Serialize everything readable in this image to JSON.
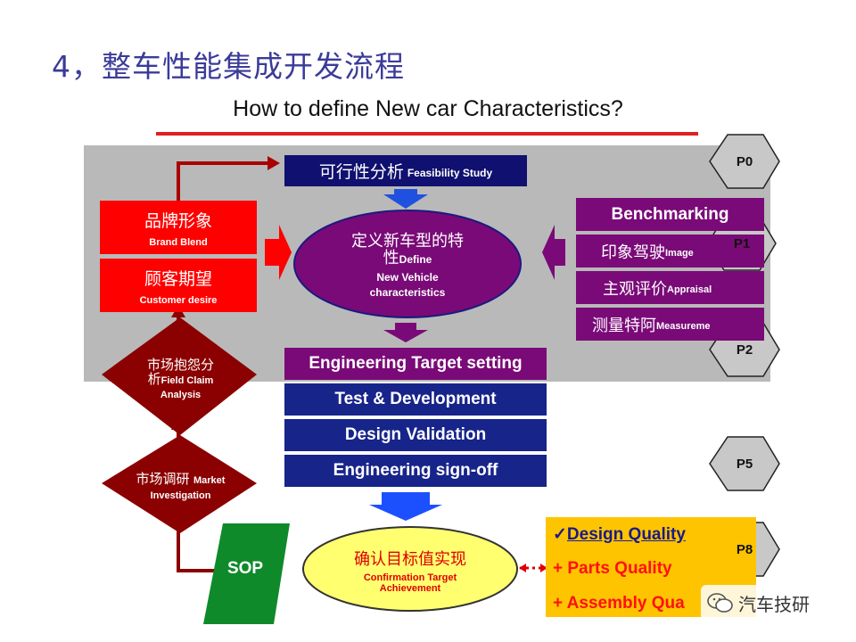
{
  "slide_title": "4，整车性能集成开发流程",
  "subtitle": "How to define New car Characteristics?",
  "feasibility": {
    "cn": "可行性分析",
    "en": "Feasibility Study"
  },
  "brand": {
    "cn": "品牌形象",
    "en": "Brand Blend"
  },
  "customer": {
    "cn": "顾客期望",
    "en": "Customer desire"
  },
  "define": {
    "cn1": "定义新车型的特",
    "cn2": "性",
    "en_inline": "Define",
    "en2": "New Vehicle",
    "en3": "characteristics"
  },
  "right_boxes": [
    {
      "cn": "",
      "en": "Benchmarking"
    },
    {
      "cn": "印象驾驶",
      "en": "Image"
    },
    {
      "cn": "主观评价",
      "en": "Appraisal"
    },
    {
      "cn": "测量特阿",
      "en": "Measureme"
    }
  ],
  "steps": [
    "Engineering Target setting",
    "Test & Development",
    "Design Validation",
    "Engineering sign-off"
  ],
  "field_claim": {
    "cn1": "市场抱怨分",
    "cn2": "析",
    "en1": "Field Claim",
    "en2": "Analysis"
  },
  "market": {
    "cn": "市场调研",
    "en1": "Market",
    "en2": "Investigation"
  },
  "sop": "SOP",
  "confirm": {
    "cn": "确认目标值实现",
    "en1": "Confirmation Target",
    "en2": "Achievement"
  },
  "quality": {
    "check": "✓",
    "line1": "Design Quality",
    "line2": "+ Parts Quality",
    "line3": "+ Assembly Qua"
  },
  "phases": [
    "P0",
    "P1",
    "P2",
    "P5",
    "P8"
  ],
  "watermark": "汽车技研",
  "colors": {
    "red": "#ff0000",
    "purple": "#7a0a78",
    "navy": "#101070",
    "dark_red": "#8b0000",
    "green": "#0f8a2a",
    "yellow": "#ffc400"
  }
}
